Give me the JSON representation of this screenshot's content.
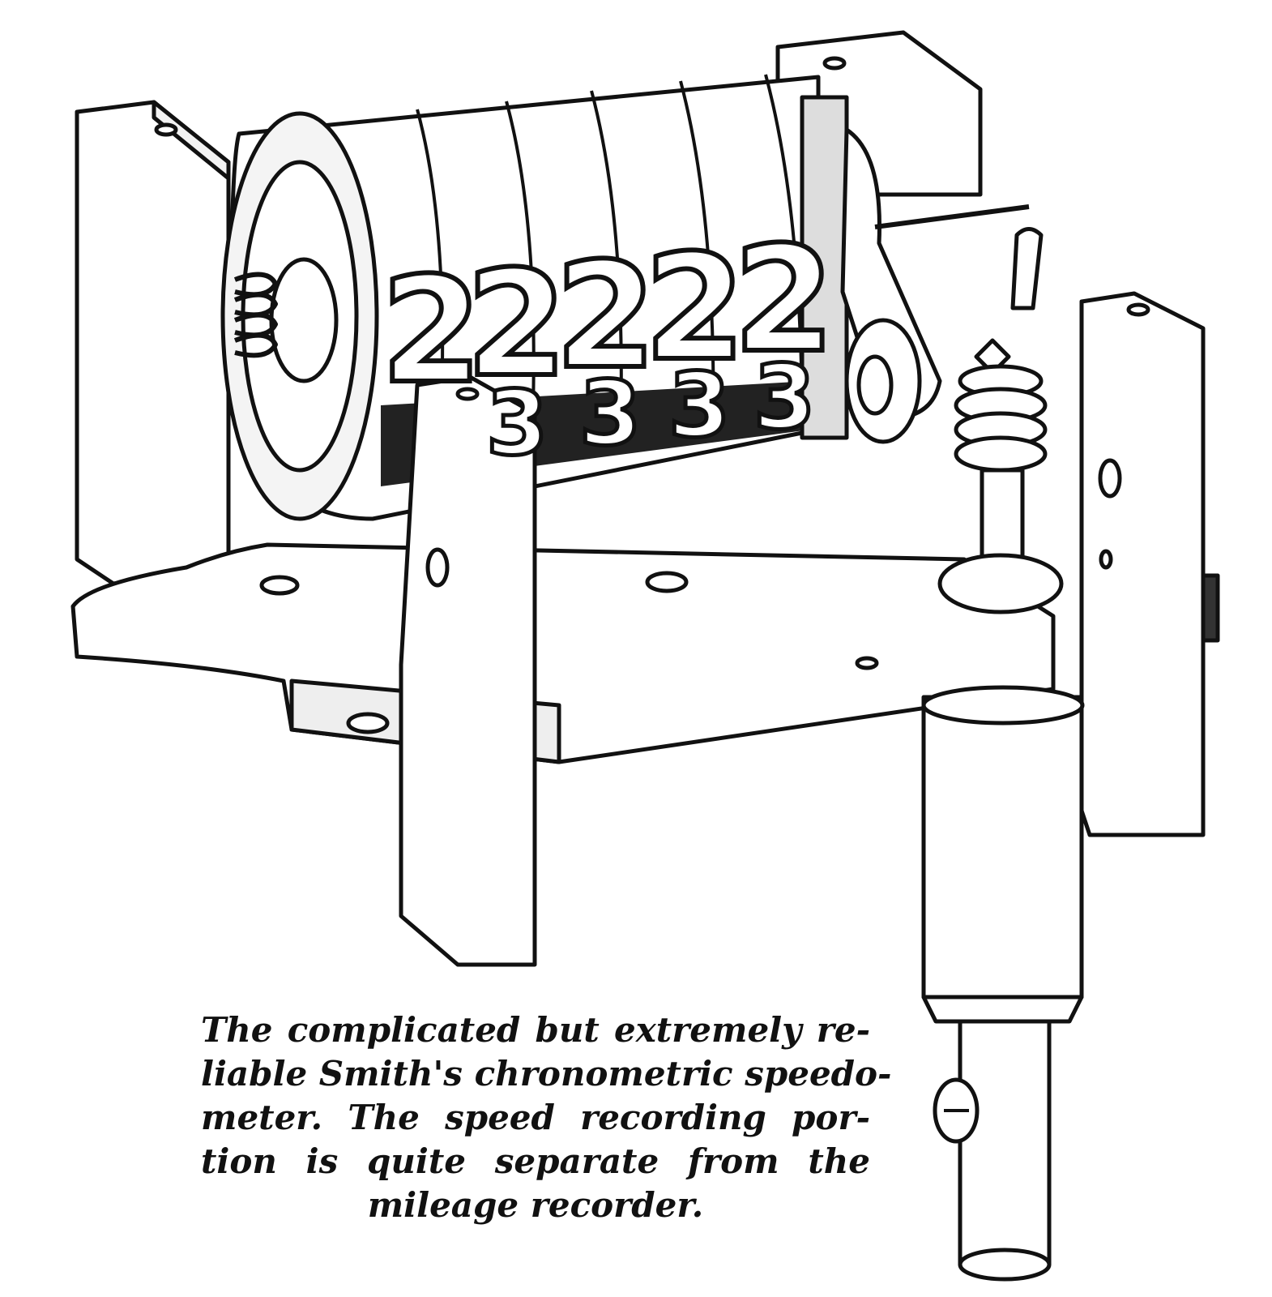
{
  "drawing": {
    "counter_digits_top": [
      "2",
      "2",
      "2",
      "2",
      "2"
    ],
    "counter_digits_bottom": [
      "3",
      "3",
      "3",
      "3"
    ]
  },
  "caption": {
    "lines": [
      "The complicated but extremely re-",
      "liable Smith's chronometric speedo-",
      "meter. The speed recording por-",
      "tion is quite separate from the",
      "mileage recorder."
    ]
  },
  "colors": {
    "ink": "#111111",
    "paper": "#ffffff"
  }
}
